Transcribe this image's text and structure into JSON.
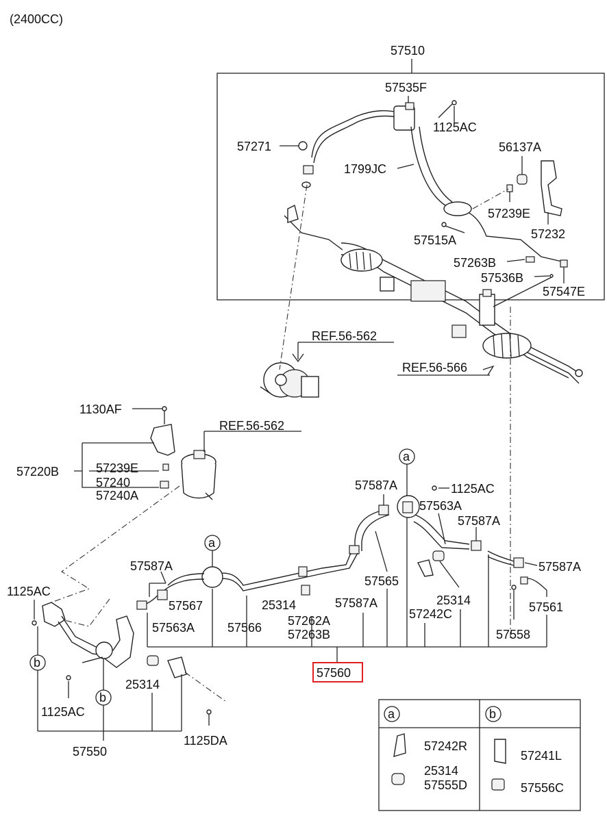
{
  "engine_label": "(2400CC)",
  "highlight_color": "#e02020",
  "parts": {
    "p57510": "57510",
    "p57535F": "57535F",
    "p1125AC_top": "1125AC",
    "p57271": "57271",
    "p56137A": "56137A",
    "p1799JC": "1799JC",
    "p57239E_top": "57239E",
    "p57232": "57232",
    "p57515A": "57515A",
    "p57263B": "57263B",
    "p57536B": "57536B",
    "p57547E": "57547E",
    "ref_pump": "REF.56-562",
    "ref_gear": "REF.56-566",
    "p1130AF": "1130AF",
    "ref_reservoir": "REF.56-562",
    "p57220B": "57220B",
    "p57239E_mid": "57239E",
    "p57240": "57240",
    "p57240A": "57240A",
    "p57587A_1": "57587A",
    "p1125AC_mid": "1125AC",
    "p57563A_1": "57563A",
    "p57587A_2": "57587A",
    "p57587A_3": "57587A",
    "p57587A_4": "57587A",
    "p57565": "57565",
    "p57567": "57567",
    "p25314_1": "25314",
    "p25314_2": "25314",
    "p57587A_5": "57587A",
    "p57242C": "57242C",
    "p57561": "57561",
    "p1125AC_left": "1125AC",
    "p57563A_2": "57563A",
    "p57566": "57566",
    "p57262A": "57262A",
    "p57263B_low": "57263B",
    "p57558": "57558",
    "p57560": "57560",
    "p25314_3": "25314",
    "p1125AC_low": "1125AC",
    "p1125DA": "1125DA",
    "p57550": "57550"
  },
  "callouts": {
    "a": "a",
    "b": "b"
  },
  "legend": {
    "a": {
      "key": "a",
      "items": [
        "57242R",
        "25314",
        "57555D"
      ]
    },
    "b": {
      "key": "b",
      "items": [
        "57241L",
        "57556C"
      ]
    }
  }
}
